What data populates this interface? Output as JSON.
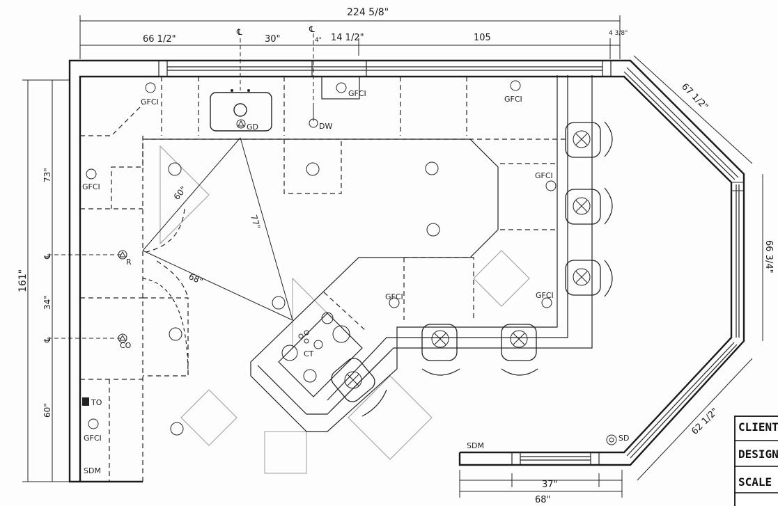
{
  "dimensions": {
    "top_total": "224 5/8\"",
    "top_left": "66 1/2\"",
    "top_sink": "30\"",
    "top_small": "4\"",
    "top_dw": "14 1/2\"",
    "top_right": "105",
    "top_corner": "4 3/8\"",
    "left_total": "161\"",
    "left_upper": "73\"",
    "left_mid": "34\"",
    "left_lower": "60\"",
    "angle_top": "67 1/2\"",
    "right_side": "66 3/4\"",
    "angle_bottom": "62 1/2\"",
    "bottom_window": "37\"",
    "bottom_total": "68\"",
    "island_a": "60\"",
    "island_b": "77\"",
    "island_c": "68\""
  },
  "centerline": "℄",
  "labels": {
    "gfci": "GFCI",
    "gd": "GD",
    "dw": "DW",
    "r": "R",
    "co": "CO",
    "ct": "CT",
    "to": "TO",
    "sd": "SD",
    "sdm": "SDM"
  },
  "title_block": {
    "client": "CLIENT",
    "design": "DESIGN",
    "scale": "SCALE"
  }
}
